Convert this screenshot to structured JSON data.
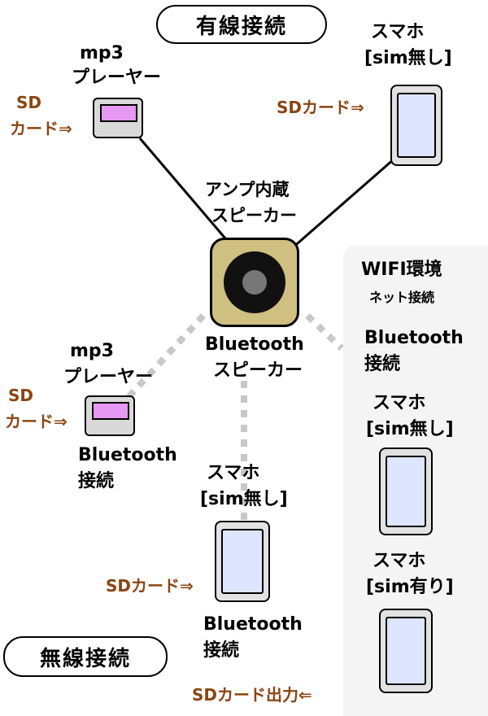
{
  "wired": {
    "title": "有線接続",
    "mp3": {
      "line1": "mp3",
      "line2": "プレーヤー",
      "sd_line1": "SD",
      "sd_line2": "カード⇒"
    },
    "phone": {
      "line1": "スマホ",
      "line2": "[sim無し]",
      "sd": "SDカード⇒"
    }
  },
  "speaker": {
    "top_line1": "アンプ内蔵",
    "top_line2": "スピーカー",
    "bottom_line1": "Bluetooth",
    "bottom_line2": "スピーカー"
  },
  "wireless": {
    "title": "無線接続",
    "mp3": {
      "line1": "mp3",
      "line2": "プレーヤー",
      "sd_line1": "SD",
      "sd_line2": "カード⇒",
      "bt_line1": "Bluetooth",
      "bt_line2": "接続"
    },
    "phone": {
      "line1": "スマホ",
      "line2": "[sim無し]",
      "sd": "SDカード⇒",
      "bt_line1": "Bluetooth",
      "bt_line2": "接続",
      "sd_out": "SDカード出力⇐"
    }
  },
  "wifi_panel": {
    "title": "WIFI環境",
    "subtitle": "ネット接続",
    "bt_line1": "Bluetooth",
    "bt_line2": "接続",
    "phone1": {
      "line1": "スマホ",
      "line2": "[sim無し]"
    },
    "phone2": {
      "line1": "スマホ",
      "line2": "[sim有り]"
    }
  },
  "colors": {
    "sd_label": "#8b4513",
    "mp3_screen": "#e699f2",
    "phone_screen": "#dde5ff",
    "speaker_body": "#cfbf80",
    "bluetooth_link": "#c8c8c8"
  }
}
